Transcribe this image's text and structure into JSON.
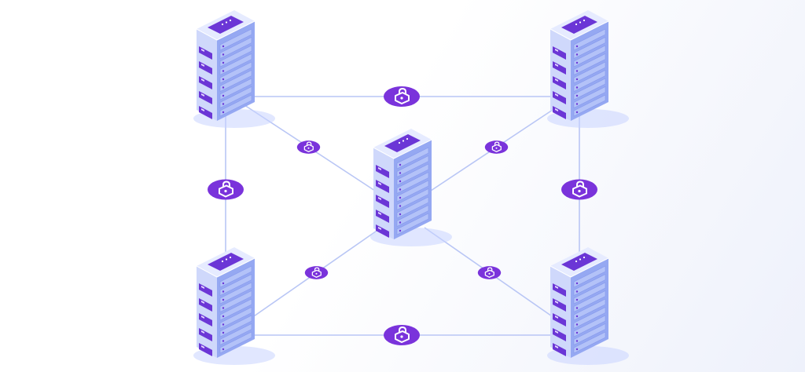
{
  "diagram": {
    "colors": {
      "background_end": "#eef1fb",
      "connection_line": "#b9c6f5",
      "server_top": "#e6ebff",
      "server_face_left": "#cfd8fb",
      "server_face_right": "#95a8f2",
      "server_accent": "#6b36d6",
      "lock_badge": "#7a33db",
      "lock_glyph": "#ffffff"
    },
    "servers": [
      {
        "id": "top-left"
      },
      {
        "id": "top-right"
      },
      {
        "id": "center"
      },
      {
        "id": "bottom-left"
      },
      {
        "id": "bottom-right"
      }
    ],
    "connections": [
      {
        "from": "top-left",
        "to": "top-right",
        "lock": "large"
      },
      {
        "from": "bottom-left",
        "to": "bottom-right",
        "lock": "large"
      },
      {
        "from": "top-left",
        "to": "bottom-left",
        "lock": "large"
      },
      {
        "from": "top-right",
        "to": "bottom-right",
        "lock": "large"
      },
      {
        "from": "top-left",
        "to": "center",
        "lock": "small"
      },
      {
        "from": "top-right",
        "to": "center",
        "lock": "small"
      },
      {
        "from": "bottom-left",
        "to": "center",
        "lock": "small"
      },
      {
        "from": "bottom-right",
        "to": "center",
        "lock": "small"
      }
    ],
    "icons": {
      "server": "server-rack-icon",
      "lock": "padlock-icon"
    }
  }
}
